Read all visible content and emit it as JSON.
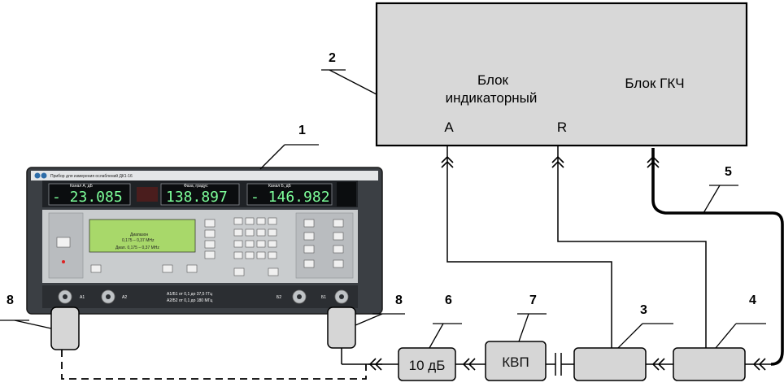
{
  "labels": {
    "indicator_line1": "Блок",
    "indicator_line2": "индикаторный",
    "gkch": "Блок ГКЧ",
    "port_a": "A",
    "port_r": "R",
    "attenuator": "10 дБ",
    "kvp": "КВП"
  },
  "callouts": [
    "1",
    "2",
    "3",
    "4",
    "5",
    "6",
    "7",
    "8",
    "8"
  ],
  "instrument": {
    "title": "Прибор для измерения ослаблений ДК1-16",
    "channel_a_label": "Канал A, дБ",
    "channel_a_value": "- 23.085",
    "phase_label": "Фаза, градус",
    "phase_value": "138.897",
    "channel_b_label": "Канал Б, дБ",
    "channel_b_value": "- 146.982",
    "lcd_line1": "Диапазон",
    "lcd_freq": "0,175 – 0,37 MHz",
    "lcd_range": "Диап. 0,175 – 0,37 MHz",
    "ports": [
      "А1",
      "А2",
      "Б2",
      "Б1"
    ],
    "port_note_1": "А1/Б1 от 0,1 до 37,5 ГГц",
    "port_note_2": "А2/Б2 от 0,1 до 180 МГц"
  },
  "colors": {
    "box_fill": "#d6d6d6",
    "panel_dark": "#262a2e",
    "lcd_green": "#7dff9a",
    "screen_green": "#a8d86a"
  }
}
